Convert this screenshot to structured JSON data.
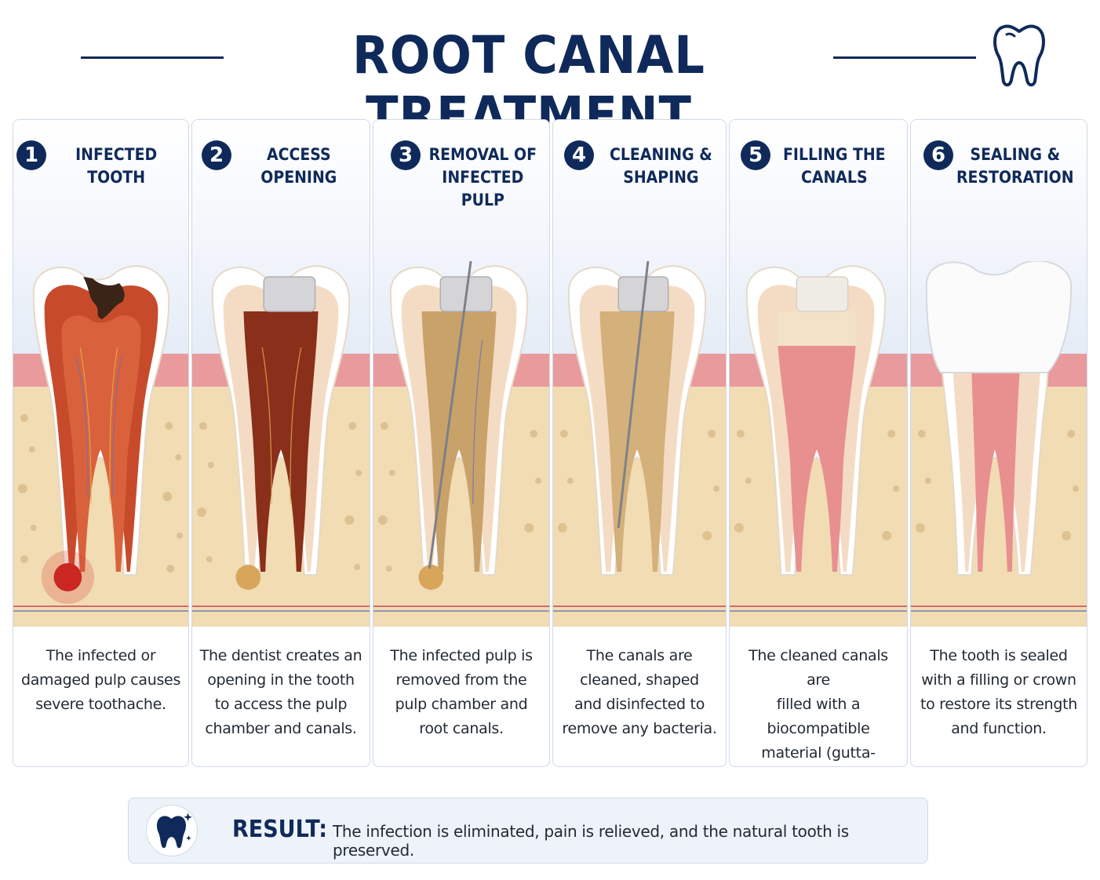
{
  "title": "ROOT CANAL TREATMENT",
  "steps": [
    {
      "number": "1",
      "title": "INFECTED TOOTH",
      "caption": "The infected or\ndamaged pulp causes\nsevere toothache."
    },
    {
      "number": "2",
      "title": "ACCESS OPENING",
      "caption": "The dentist creates an\nopening in the tooth\nto access the pulp\nchamber and canals."
    },
    {
      "number": "3",
      "title": "REMOVAL OF\nINFECTED PULP",
      "caption": "The infected pulp is\nremoved from the\npulp chamber and\nroot canals."
    },
    {
      "number": "4",
      "title": "CLEANING &\nSHAPING",
      "caption": "The canals are\ncleaned, shaped\nand disinfected to\nremove any bacteria."
    },
    {
      "number": "5",
      "title": "FILLING THE\nCANALS",
      "caption": "The cleaned canals are\nfilled with a biocompatible\nmaterial (gutta-percha)\nand sealed."
    },
    {
      "number": "6",
      "title": "SEALING &\nRESTORATION",
      "caption": "The tooth is sealed\nwith a filling or crown\nto restore its strength\nand function."
    }
  ],
  "result": {
    "label": "RESULT:",
    "text": "The infection is eliminated, pain is relieved, and the natural tooth is preserved."
  },
  "colors": {
    "navy": "#0f2a5a",
    "gum": "#e89a9c",
    "bone": "#f1dcb4",
    "enamel": "#ffffff",
    "dentin": "#f4dcc4",
    "infected_pulp": "#b8432a",
    "healthy_pulp": "#e88f8f",
    "file_blue": "#3b7dd8",
    "file_yellow": "#e8c23a"
  }
}
